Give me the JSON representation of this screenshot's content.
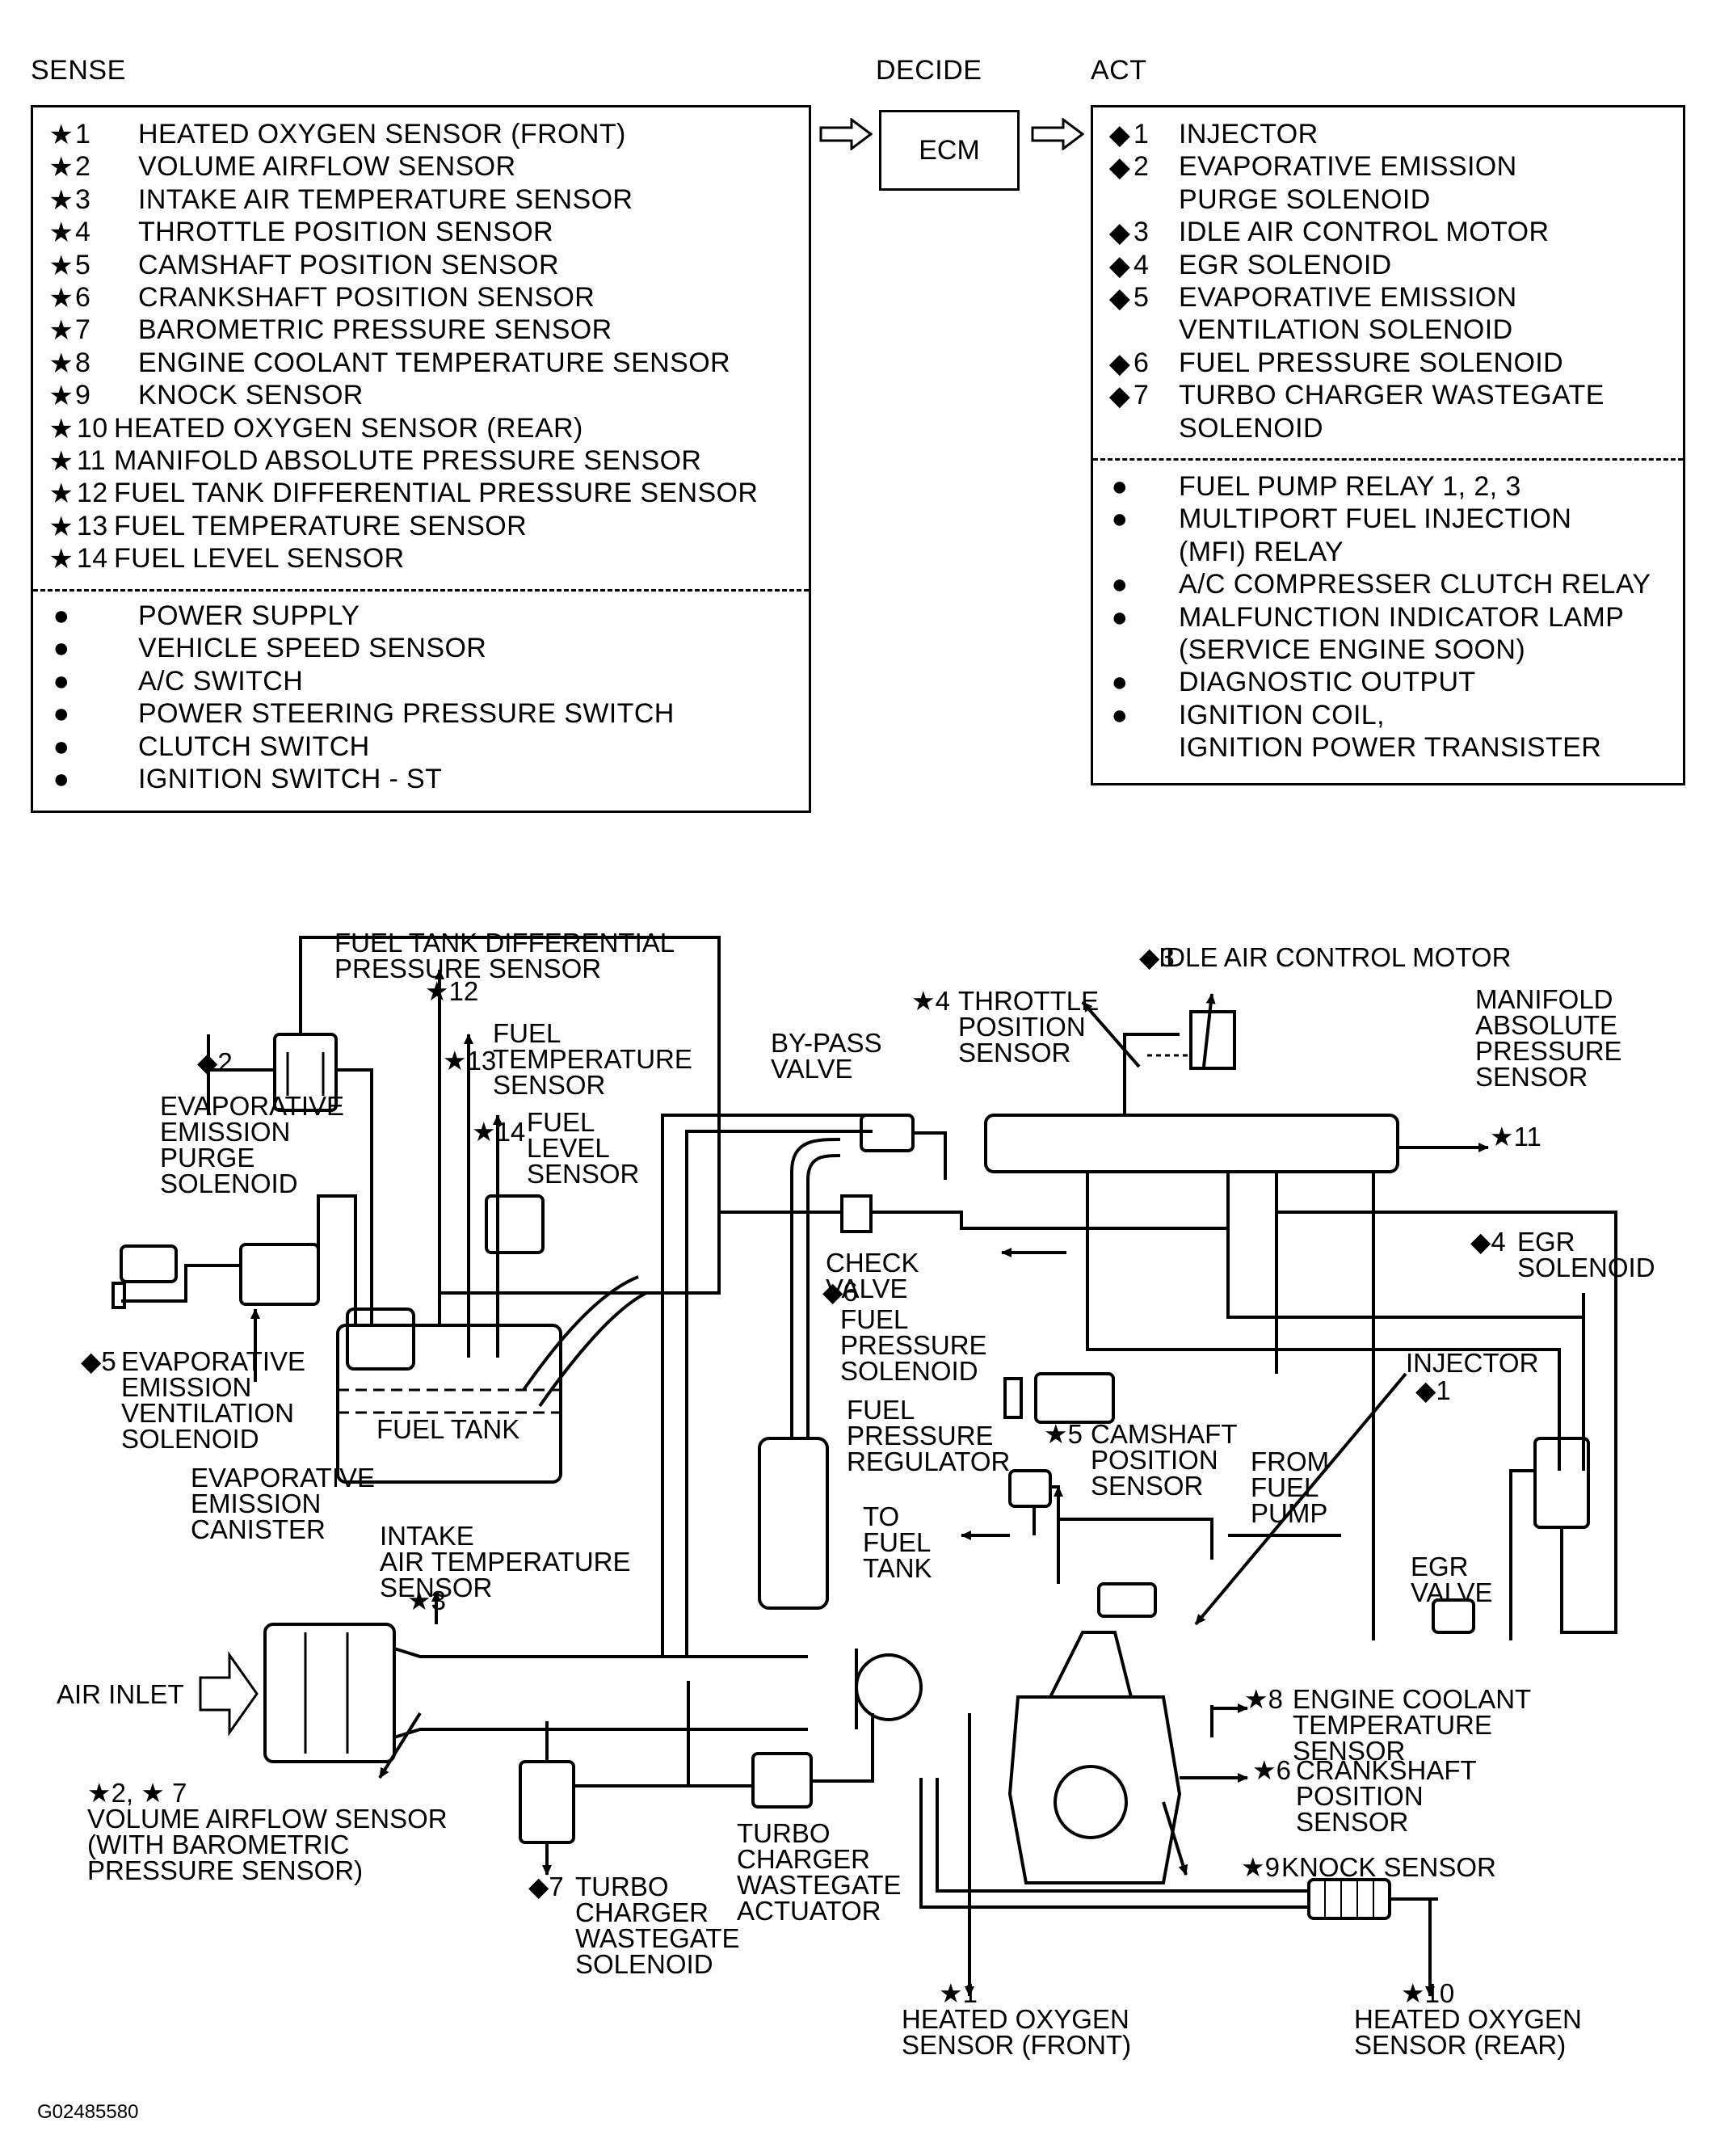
{
  "headers": {
    "sense": "SENSE",
    "decide": "DECIDE",
    "act": "ACT"
  },
  "ecm": "ECM",
  "sense": {
    "sensors": [
      {
        "mark": "★",
        "num": "1",
        "label": "HEATED OXYGEN SENSOR (FRONT)"
      },
      {
        "mark": "★",
        "num": "2",
        "label": "VOLUME AIRFLOW SENSOR"
      },
      {
        "mark": "★",
        "num": "3",
        "label": "INTAKE AIR TEMPERATURE SENSOR"
      },
      {
        "mark": "★",
        "num": "4",
        "label": "THROTTLE POSITION SENSOR"
      },
      {
        "mark": "★",
        "num": "5",
        "label": "CAMSHAFT POSITION SENSOR"
      },
      {
        "mark": "★",
        "num": "6",
        "label": "CRANKSHAFT POSITION SENSOR"
      },
      {
        "mark": "★",
        "num": "7",
        "label": "BAROMETRIC PRESSURE SENSOR"
      },
      {
        "mark": "★",
        "num": "8",
        "label": "ENGINE COOLANT TEMPERATURE SENSOR"
      },
      {
        "mark": "★",
        "num": "9",
        "label": "KNOCK SENSOR"
      },
      {
        "mark": "★",
        "num": "10",
        "label": "HEATED OXYGEN SENSOR (REAR)"
      },
      {
        "mark": "★",
        "num": "11",
        "label": "MANIFOLD ABSOLUTE PRESSURE SENSOR"
      },
      {
        "mark": "★",
        "num": "12",
        "label": "FUEL TANK DIFFERENTIAL PRESSURE SENSOR"
      },
      {
        "mark": "★",
        "num": "13",
        "label": "FUEL TEMPERATURE SENSOR"
      },
      {
        "mark": "★",
        "num": "14",
        "label": "FUEL LEVEL SENSOR"
      }
    ],
    "others": [
      "POWER SUPPLY",
      "VEHICLE SPEED SENSOR",
      "A/C SWITCH",
      "POWER STEERING PRESSURE SWITCH",
      "CLUTCH SWITCH",
      "IGNITION SWITCH - ST"
    ]
  },
  "act": {
    "actuators": [
      {
        "num": "1",
        "lines": [
          "INJECTOR"
        ]
      },
      {
        "num": "2",
        "lines": [
          "EVAPORATIVE EMISSION",
          "PURGE SOLENOID"
        ]
      },
      {
        "num": "3",
        "lines": [
          "IDLE AIR CONTROL MOTOR"
        ]
      },
      {
        "num": "4",
        "lines": [
          "EGR SOLENOID"
        ]
      },
      {
        "num": "5",
        "lines": [
          "EVAPORATIVE EMISSION",
          "VENTILATION SOLENOID"
        ]
      },
      {
        "num": "6",
        "lines": [
          "FUEL PRESSURE SOLENOID"
        ]
      },
      {
        "num": "7",
        "lines": [
          "TURBO CHARGER WASTEGATE",
          "SOLENOID"
        ]
      }
    ],
    "others": [
      [
        "FUEL PUMP RELAY 1, 2, 3"
      ],
      [
        "MULTIPORT FUEL INJECTION",
        "(MFI) RELAY"
      ],
      [
        "A/C COMPRESSER CLUTCH RELAY"
      ],
      [
        "MALFUNCTION INDICATOR LAMP",
        "(SERVICE ENGINE SOON)"
      ],
      [
        "DIAGNOSTIC OUTPUT"
      ],
      [
        "IGNITION COIL,",
        "IGNITION POWER TRANSISTER"
      ]
    ]
  },
  "diagram": {
    "labels": {
      "ftdps": [
        "FUEL TANK DIFFERENTIAL",
        "PRESSURE SENSOR"
      ],
      "ftdps_id": "★12",
      "fuel_temp": [
        "FUEL",
        "TEMPERATURE",
        "SENSOR"
      ],
      "fuel_temp_id": "★13",
      "fuel_level": [
        "FUEL",
        "LEVEL",
        "SENSOR"
      ],
      "fuel_level_id": "★14",
      "purge": [
        "EVAPORATIVE",
        "EMISSION",
        "PURGE",
        "SOLENOID"
      ],
      "purge_id": "◆2",
      "vent": [
        "EVAPORATIVE",
        "EMISSION",
        "VENTILATION",
        "SOLENOID"
      ],
      "vent_id": "◆5",
      "fuel_tank": "FUEL TANK",
      "canister": [
        "EVAPORATIVE",
        "EMISSION",
        "CANISTER"
      ],
      "bypass": [
        "BY-PASS",
        "VALVE"
      ],
      "tps": [
        "THROTTLE",
        "POSITION",
        "SENSOR"
      ],
      "tps_id": "★4",
      "iac": "IDLE AIR CONTROL MOTOR",
      "iac_id": "◆3",
      "map": [
        "MANIFOLD",
        "ABSOLUTE",
        "PRESSURE",
        "SENSOR"
      ],
      "map_id": "★11",
      "check_valve": [
        "CHECK",
        "VALVE"
      ],
      "fps": [
        "FUEL",
        "PRESSURE",
        "SOLENOID"
      ],
      "fps_id": "◆6",
      "fpr": [
        "FUEL",
        "PRESSURE",
        "REGULATOR"
      ],
      "cam": [
        "CAMSHAFT",
        "POSITION",
        "SENSOR"
      ],
      "cam_id": "★5",
      "from_pump": [
        "FROM",
        "FUEL",
        "PUMP"
      ],
      "to_tank": [
        "TO",
        "FUEL",
        "TANK"
      ],
      "injector": "INJECTOR",
      "injector_id": "◆1",
      "egr_sol": [
        "EGR",
        "SOLENOID"
      ],
      "egr_sol_id": "◆4",
      "egr_valve": [
        "EGR",
        "VALVE"
      ],
      "iat": [
        "INTAKE",
        "AIR TEMPERATURE",
        "SENSOR"
      ],
      "iat_id": "★3",
      "air_inlet": "AIR INLET",
      "vaf_id": "★2, ★ 7",
      "vaf": [
        "VOLUME AIRFLOW SENSOR",
        "(WITH BAROMETRIC",
        "PRESSURE SENSOR)"
      ],
      "twa": [
        "TURBO",
        "CHARGER",
        "WASTEGATE",
        "ACTUATOR"
      ],
      "tws": [
        "TURBO",
        "CHARGER",
        "WASTEGATE",
        "SOLENOID"
      ],
      "tws_id": "◆7",
      "ect": [
        "ENGINE COOLANT",
        "TEMPERATURE",
        "SENSOR"
      ],
      "ect_id": "★8",
      "ckp": [
        "CRANKSHAFT",
        "POSITION",
        "SENSOR"
      ],
      "ckp_id": "★6",
      "knock": "KNOCK SENSOR",
      "knock_id": "★9",
      "ho2f": [
        "HEATED OXYGEN",
        "SENSOR (FRONT)"
      ],
      "ho2f_id": "★1",
      "ho2r": [
        "HEATED OXYGEN",
        "SENSOR (REAR)"
      ],
      "ho2r_id": "★10"
    }
  },
  "figure_id": "G02485580"
}
